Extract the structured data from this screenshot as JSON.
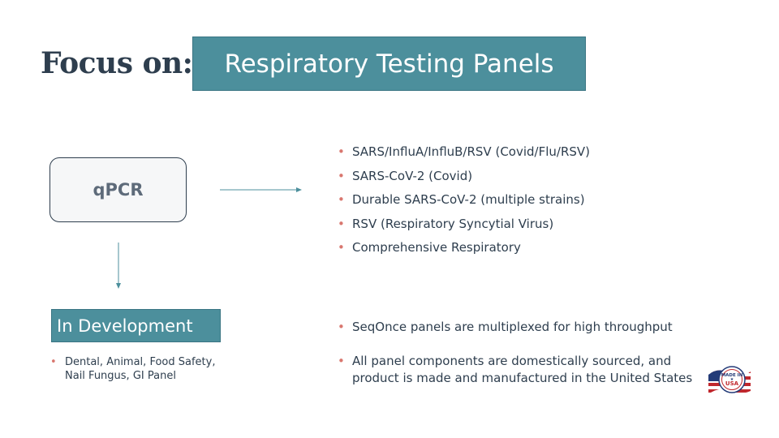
{
  "header": {
    "focus_label": "Focus on:",
    "title": "Respiratory Testing Panels"
  },
  "qpcr": {
    "label": "qPCR"
  },
  "panels": [
    "SARS/InfluA/InfluB/RSV (Covid/Flu/RSV)",
    "SARS-CoV-2 (Covid)",
    "Durable SARS-CoV-2 (multiple strains)",
    "RSV (Respiratory Syncytial Virus)",
    "Comprehensive Respiratory"
  ],
  "in_development": {
    "label": "In Development",
    "items": [
      "Dental, Animal, Food Safety, Nail Fungus, GI Panel"
    ]
  },
  "features": [
    "SeqOnce panels are multiplexed for high throughput",
    "All panel components are domestically sourced, and product is made and manufactured in the United States"
  ],
  "badge": {
    "icon": "made-in-usa-badge-icon",
    "top_text": "MADE IN",
    "bottom_text": "USA"
  },
  "colors": {
    "accent": "#4c8f9c",
    "heading": "#2e3e4e",
    "bullet": "#d9776f",
    "badge_red": "#c0272d",
    "badge_blue": "#243b78"
  }
}
